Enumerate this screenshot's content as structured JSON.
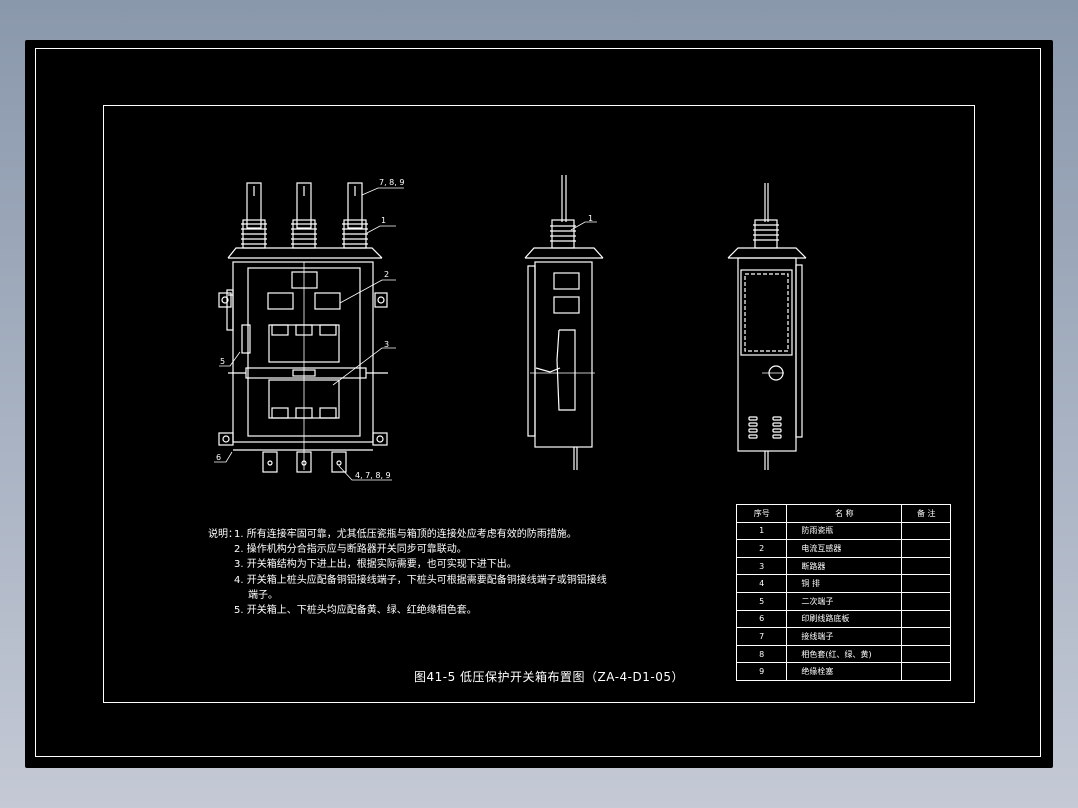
{
  "drawing": {
    "title": "图41-5  低压保护开关箱布置图（ZA-4-D1-05）",
    "notes_heading": "说明：",
    "notes": [
      "1. 所有连接牢固可靠，尤其低压瓷瓶与箱顶的连接处应考虑有效的防雨措施。",
      "2. 操作机构分合指示应与断路器开关同步可靠联动。",
      "3. 开关箱结构为下进上出，根据实际需要，也可实现下进下出。",
      "4. 开关箱上桩头应配备铜铝接线端子，下桩头可根据需要配备铜接线端子或铜铝接线",
      "端子。",
      "5. 开关箱上、下桩头均应配备黄、绿、红绝缘相色套。"
    ],
    "callouts": {
      "front_top": "7, 8, 9",
      "front_1": "1",
      "front_2": "2",
      "front_3": "3",
      "front_5": "5",
      "front_6": "6",
      "front_bottom": "4, 7, 8, 9",
      "side_1": "1"
    }
  },
  "parts_table": {
    "headers": [
      "序号",
      "名    称",
      "备  注"
    ],
    "rows": [
      {
        "no": "1",
        "name": "防雨瓷瓶",
        "remark": ""
      },
      {
        "no": "2",
        "name": "电流互感器",
        "remark": ""
      },
      {
        "no": "3",
        "name": "断路器",
        "remark": ""
      },
      {
        "no": "4",
        "name": "铜 排",
        "remark": ""
      },
      {
        "no": "5",
        "name": "二次端子",
        "remark": ""
      },
      {
        "no": "6",
        "name": "印刷线路底板",
        "remark": ""
      },
      {
        "no": "7",
        "name": "接线端子",
        "remark": ""
      },
      {
        "no": "8",
        "name": "相色套(红、绿、黄)",
        "remark": ""
      },
      {
        "no": "9",
        "name": "绝缘栓塞",
        "remark": ""
      }
    ]
  },
  "colors": {
    "background_top": "#8a98ac",
    "background_bottom": "#c4c9d5",
    "sheet": "#000000",
    "lines": "#ffffff"
  }
}
